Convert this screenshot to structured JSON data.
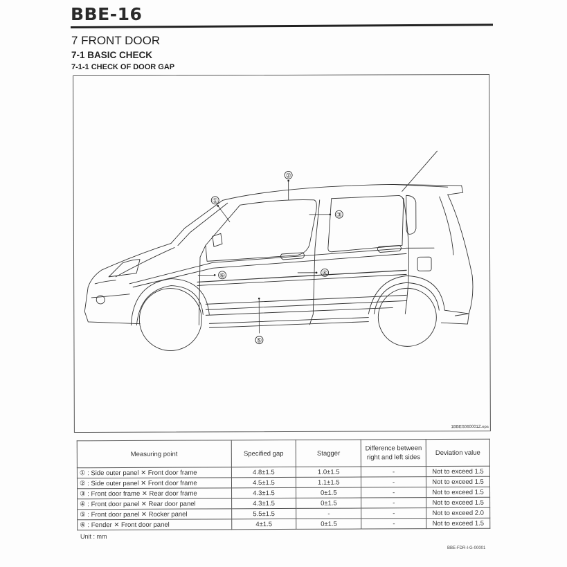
{
  "header": {
    "page_number": "BBE-16",
    "section": "7 FRONT DOOR",
    "subsection": "7-1 BASIC CHECK",
    "subsubsection": "7-1-1 CHECK OF DOOR GAP"
  },
  "figure": {
    "id": "1BBES060001Z.eps",
    "callouts": [
      "①",
      "②",
      "③",
      "④",
      "⑤",
      "⑥"
    ]
  },
  "table": {
    "headers": [
      "Measuring point",
      "Specified gap",
      "Stagger",
      "Difference between right and left sides",
      "Deviation value"
    ],
    "rows": [
      {
        "point": "① : Side outer panel ✕ Front door frame",
        "gap": "4.8±1.5",
        "stagger": "1.0±1.5",
        "difference": "-",
        "deviation": "Not to exceed 1.5"
      },
      {
        "point": "② : Side outer panel ✕ Front door frame",
        "gap": "4.5±1.5",
        "stagger": "1.1±1.5",
        "difference": "-",
        "deviation": "Not to exceed 1.5"
      },
      {
        "point": "③ : Front door frame ✕ Rear door frame",
        "gap": "4.3±1.5",
        "stagger": "0±1.5",
        "difference": "-",
        "deviation": "Not to exceed 1.5"
      },
      {
        "point": "④ : Front door panel ✕ Rear door panel",
        "gap": "4.3±1.5",
        "stagger": "0±1.5",
        "difference": "-",
        "deviation": "Not to exceed 1.5"
      },
      {
        "point": "⑤ : Front door panel ✕ Rocker panel",
        "gap": "5.5±1.5",
        "stagger": "-",
        "difference": "-",
        "deviation": "Not to exceed 2.0"
      },
      {
        "point": "⑥ : Fender ✕ Front door panel",
        "gap": "4±1.5",
        "stagger": "0±1.5",
        "difference": "-",
        "deviation": "Not to exceed 1.5"
      }
    ]
  },
  "footer": {
    "unit": "Unit : mm",
    "doc_code": "BBE-FDR-I-G-00001"
  }
}
